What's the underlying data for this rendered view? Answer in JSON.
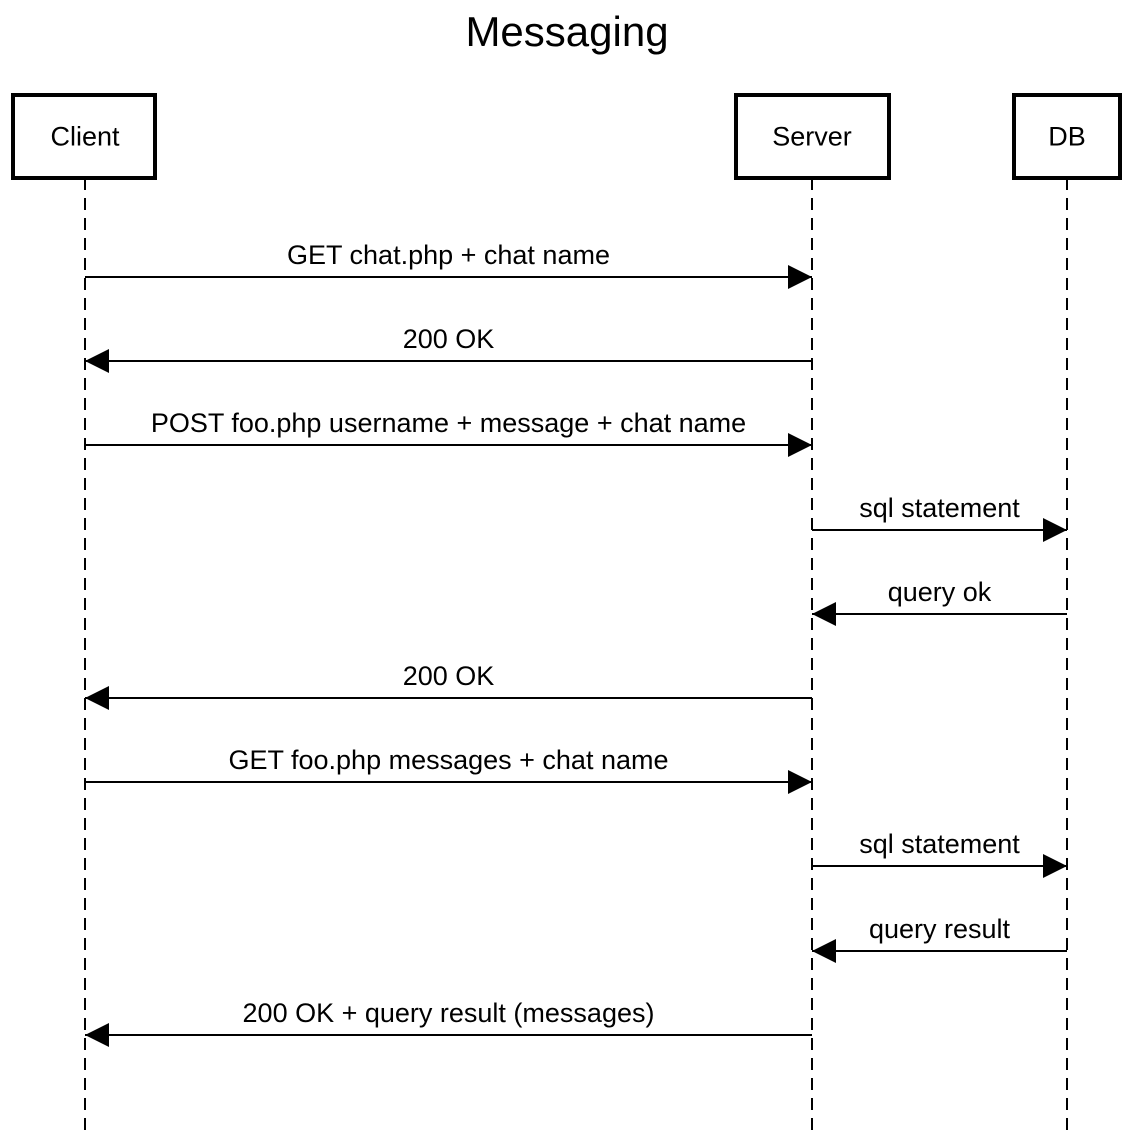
{
  "diagram": {
    "title": "Messaging",
    "actors": [
      {
        "id": "client",
        "label": "Client"
      },
      {
        "id": "server",
        "label": "Server"
      },
      {
        "id": "db",
        "label": "DB"
      }
    ],
    "messages": [
      {
        "from": "client",
        "to": "server",
        "label": "GET chat.php + chat name"
      },
      {
        "from": "server",
        "to": "client",
        "label": "200 OK"
      },
      {
        "from": "client",
        "to": "server",
        "label": "POST foo.php username + message + chat name"
      },
      {
        "from": "server",
        "to": "db",
        "label": "sql statement"
      },
      {
        "from": "db",
        "to": "server",
        "label": "query ok"
      },
      {
        "from": "server",
        "to": "client",
        "label": "200 OK"
      },
      {
        "from": "client",
        "to": "server",
        "label": "GET foo.php messages + chat name"
      },
      {
        "from": "server",
        "to": "db",
        "label": "sql statement"
      },
      {
        "from": "db",
        "to": "server",
        "label": "query result"
      },
      {
        "from": "server",
        "to": "client",
        "label": "200 OK + query result (messages)"
      }
    ]
  }
}
